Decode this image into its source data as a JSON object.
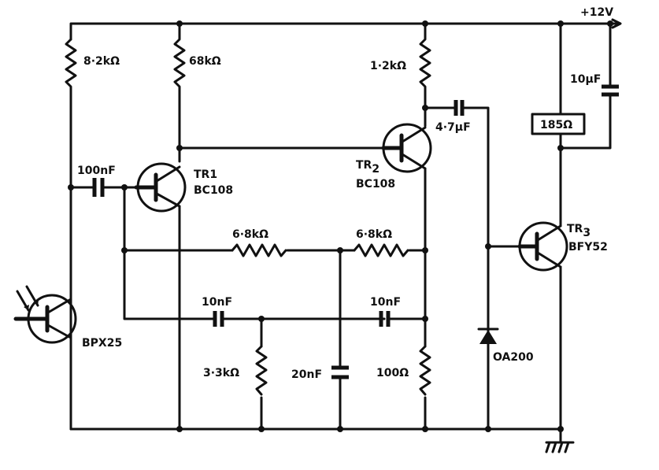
{
  "supply": {
    "label": "+12V"
  },
  "components": {
    "r1": "8·2kΩ",
    "r2": "68kΩ",
    "r3": "1·2kΩ",
    "r4": "6·8kΩ",
    "r5": "6·8kΩ",
    "r6": "3·3kΩ",
    "r7": "100Ω",
    "r8": "185Ω",
    "c1": "100nF",
    "c2": "4·7µF",
    "c3": "10nF",
    "c4": "10nF",
    "c5": "20nF",
    "c6": "10µF",
    "tr1_name": "TR1",
    "tr1_type": "BC108",
    "tr2_name": "TR",
    "tr2_sub": "2",
    "tr2_type": "BC108",
    "tr3_name": "TR",
    "tr3_sub": "3",
    "tr3_type": "BFY52",
    "photo_type": "BPX25",
    "diode_type": "OA200"
  },
  "colors": {
    "ink": "#111111",
    "background": "#ffffff"
  }
}
